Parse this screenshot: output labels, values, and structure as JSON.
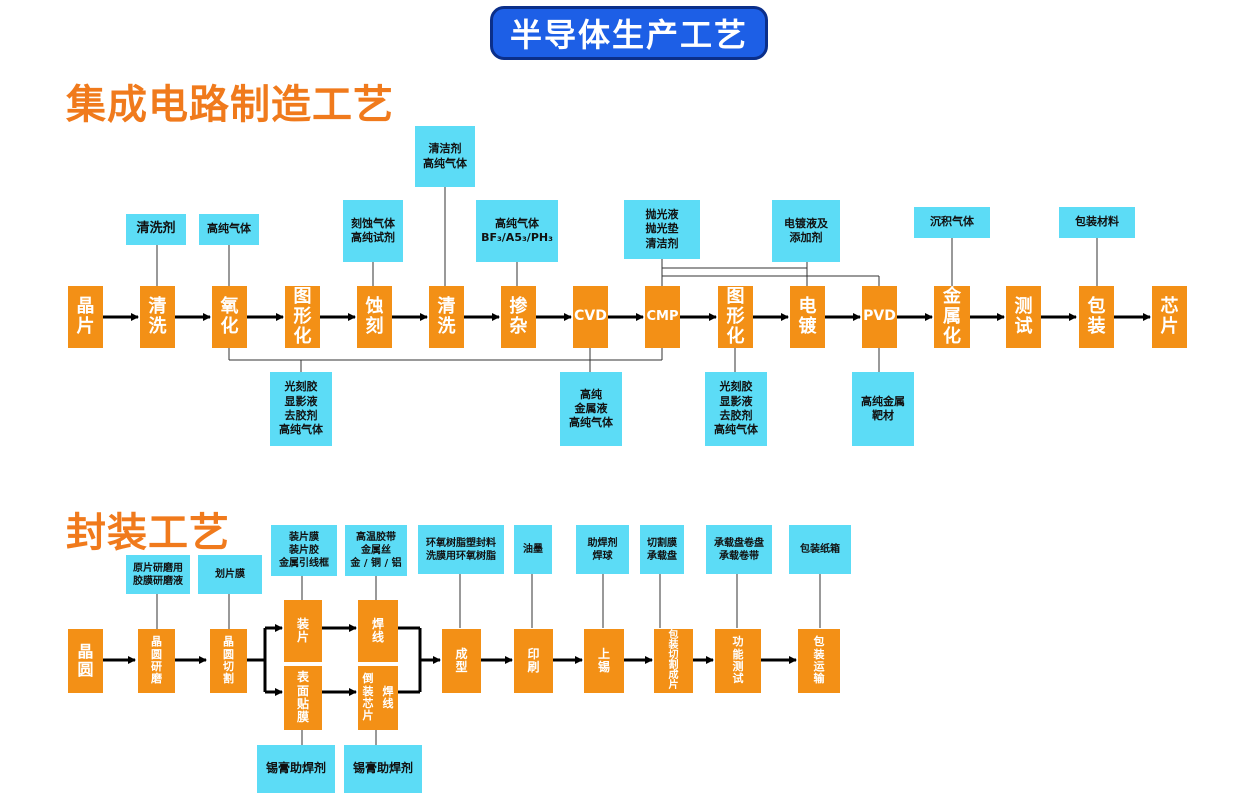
{
  "page_title": "半导体生产工艺",
  "ic": {
    "section_title": "集成电路制造工艺",
    "steps": [
      "晶\n片",
      "清\n洗",
      "氧\n化",
      "图\n形\n化",
      "蚀\n刻",
      "清\n洗",
      "掺\n杂",
      "CVD",
      "CMP",
      "图\n形\n化",
      "电\n镀",
      "PVD",
      "金\n属\n化",
      "测\n试",
      "包\n装",
      "芯\n片"
    ],
    "materials_top": {
      "qingxi1": "清洗剂",
      "yanghua": "高纯气体",
      "shike": "刻蚀气体\n高纯试剂",
      "qingxi2": "清洁剂\n高纯气体",
      "canza": "高纯气体\nBF₃/A5₃/PH₃",
      "cmp": "抛光液\n抛光垫\n清洁剂",
      "dianduo": "电镀液及\n添加剂",
      "jinshuhua": "沉积气体",
      "baozhuang": "包装材料"
    },
    "materials_bottom": {
      "tuxinghua1": "光刻胶\n显影液\n去胶剂\n高纯气体",
      "cvd": "高纯\n金属液\n高纯气体",
      "tuxinghua2": "光刻胶\n显影液\n去胶剂\n高纯气体",
      "pvd": "高纯金属\n靶材"
    }
  },
  "pkg": {
    "section_title": "封装工艺",
    "steps": {
      "jingyuan": "晶\n圆",
      "yanmo": "晶\n圆\n研\n磨",
      "qiege": "晶\n圆\n切\n割",
      "zhuangpian": "装\n片",
      "biaomian": "表\n面\n贴\n膜",
      "hanxian1": "焊\n线",
      "daozhuang": "倒\n装\n芯\n片",
      "hanxian2": "焊\n线",
      "chengxing": "成\n型",
      "yinshua": "印\n刷",
      "shangxi": "上\n锡",
      "qiegechengpian": "包\n装\n切\n割\n成\n片",
      "gongneng": "功\n能\n测\n试",
      "baozhuangyunshu": "包\n装\n运\n输"
    },
    "materials": {
      "yanmo": "原片研磨用\n胶膜研磨液",
      "qiege": "划片膜",
      "zhuangpian": "装片膜\n装片胶\n金属引线框",
      "hanxian": "高温胶带\n金属丝\n金 / 铜 / 铝",
      "chengxing": "环氧树脂塑封料\n洗膜用环氧树脂",
      "yinshua": "油墨",
      "shangxi": "助焊剂\n焊球",
      "qiegechengpian": "切割膜\n承载盘",
      "gongneng": "承载盘卷盘\n承载卷带",
      "baozhuangyunshu": "包装纸箱",
      "biaomian_bottom": "锡膏助焊剂",
      "daozhuang_bottom": "锡膏助焊剂"
    }
  },
  "colors": {
    "step": "#f39016",
    "material": "#5cdcf6",
    "title_bg": "#1d5fe6",
    "section_title": "#f07a1c"
  }
}
